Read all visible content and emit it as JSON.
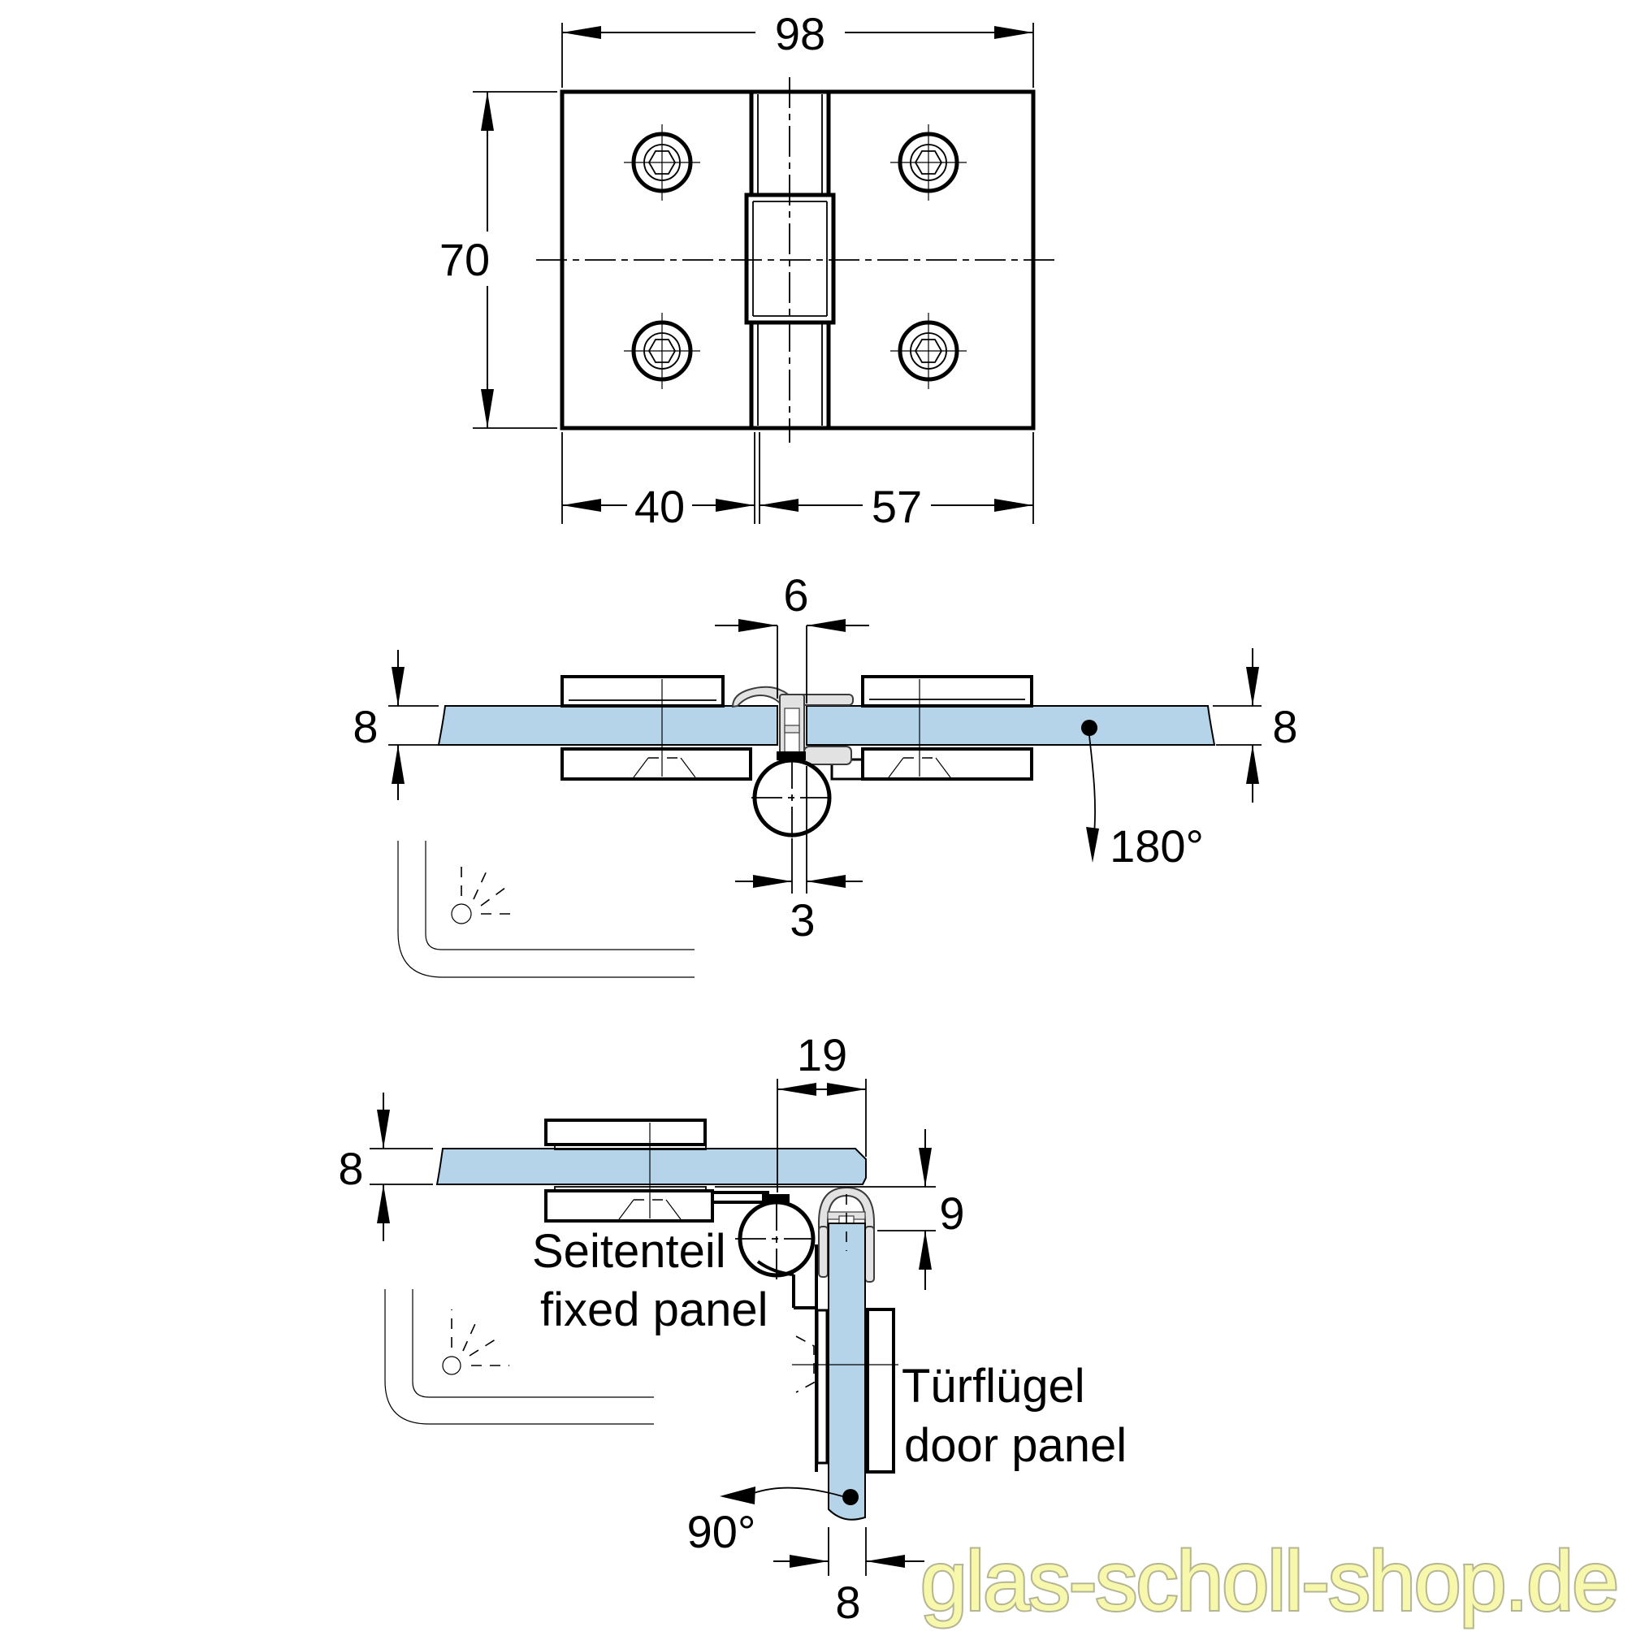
{
  "top_view": {
    "width_mm": "98",
    "height_mm": "70",
    "left_plate_mm": "40",
    "right_plate_mm": "57"
  },
  "section_180": {
    "gap_mm": "6",
    "glass_left_mm": "8",
    "glass_right_mm": "8",
    "pivot_offset_mm": "3",
    "angle": "180°"
  },
  "section_90": {
    "overhang_mm": "19",
    "fixed_glass_mm": "8",
    "offset_mm": "9",
    "door_glass_mm": "8",
    "angle": "90°",
    "label_fixed_de": "Seitenteil",
    "label_fixed_en": "fixed panel",
    "label_door_de": "Türflügel",
    "label_door_en": "door panel"
  },
  "watermark": {
    "text": "glas-scholl-shop.de"
  },
  "colors": {
    "glass": "#b5d4e9",
    "seal": "#e2e2e2",
    "seal_outline": "#3c3c3c",
    "watermark_fill": "#f7f8ac",
    "watermark_outline": "#b4b593",
    "line": "#000000"
  }
}
